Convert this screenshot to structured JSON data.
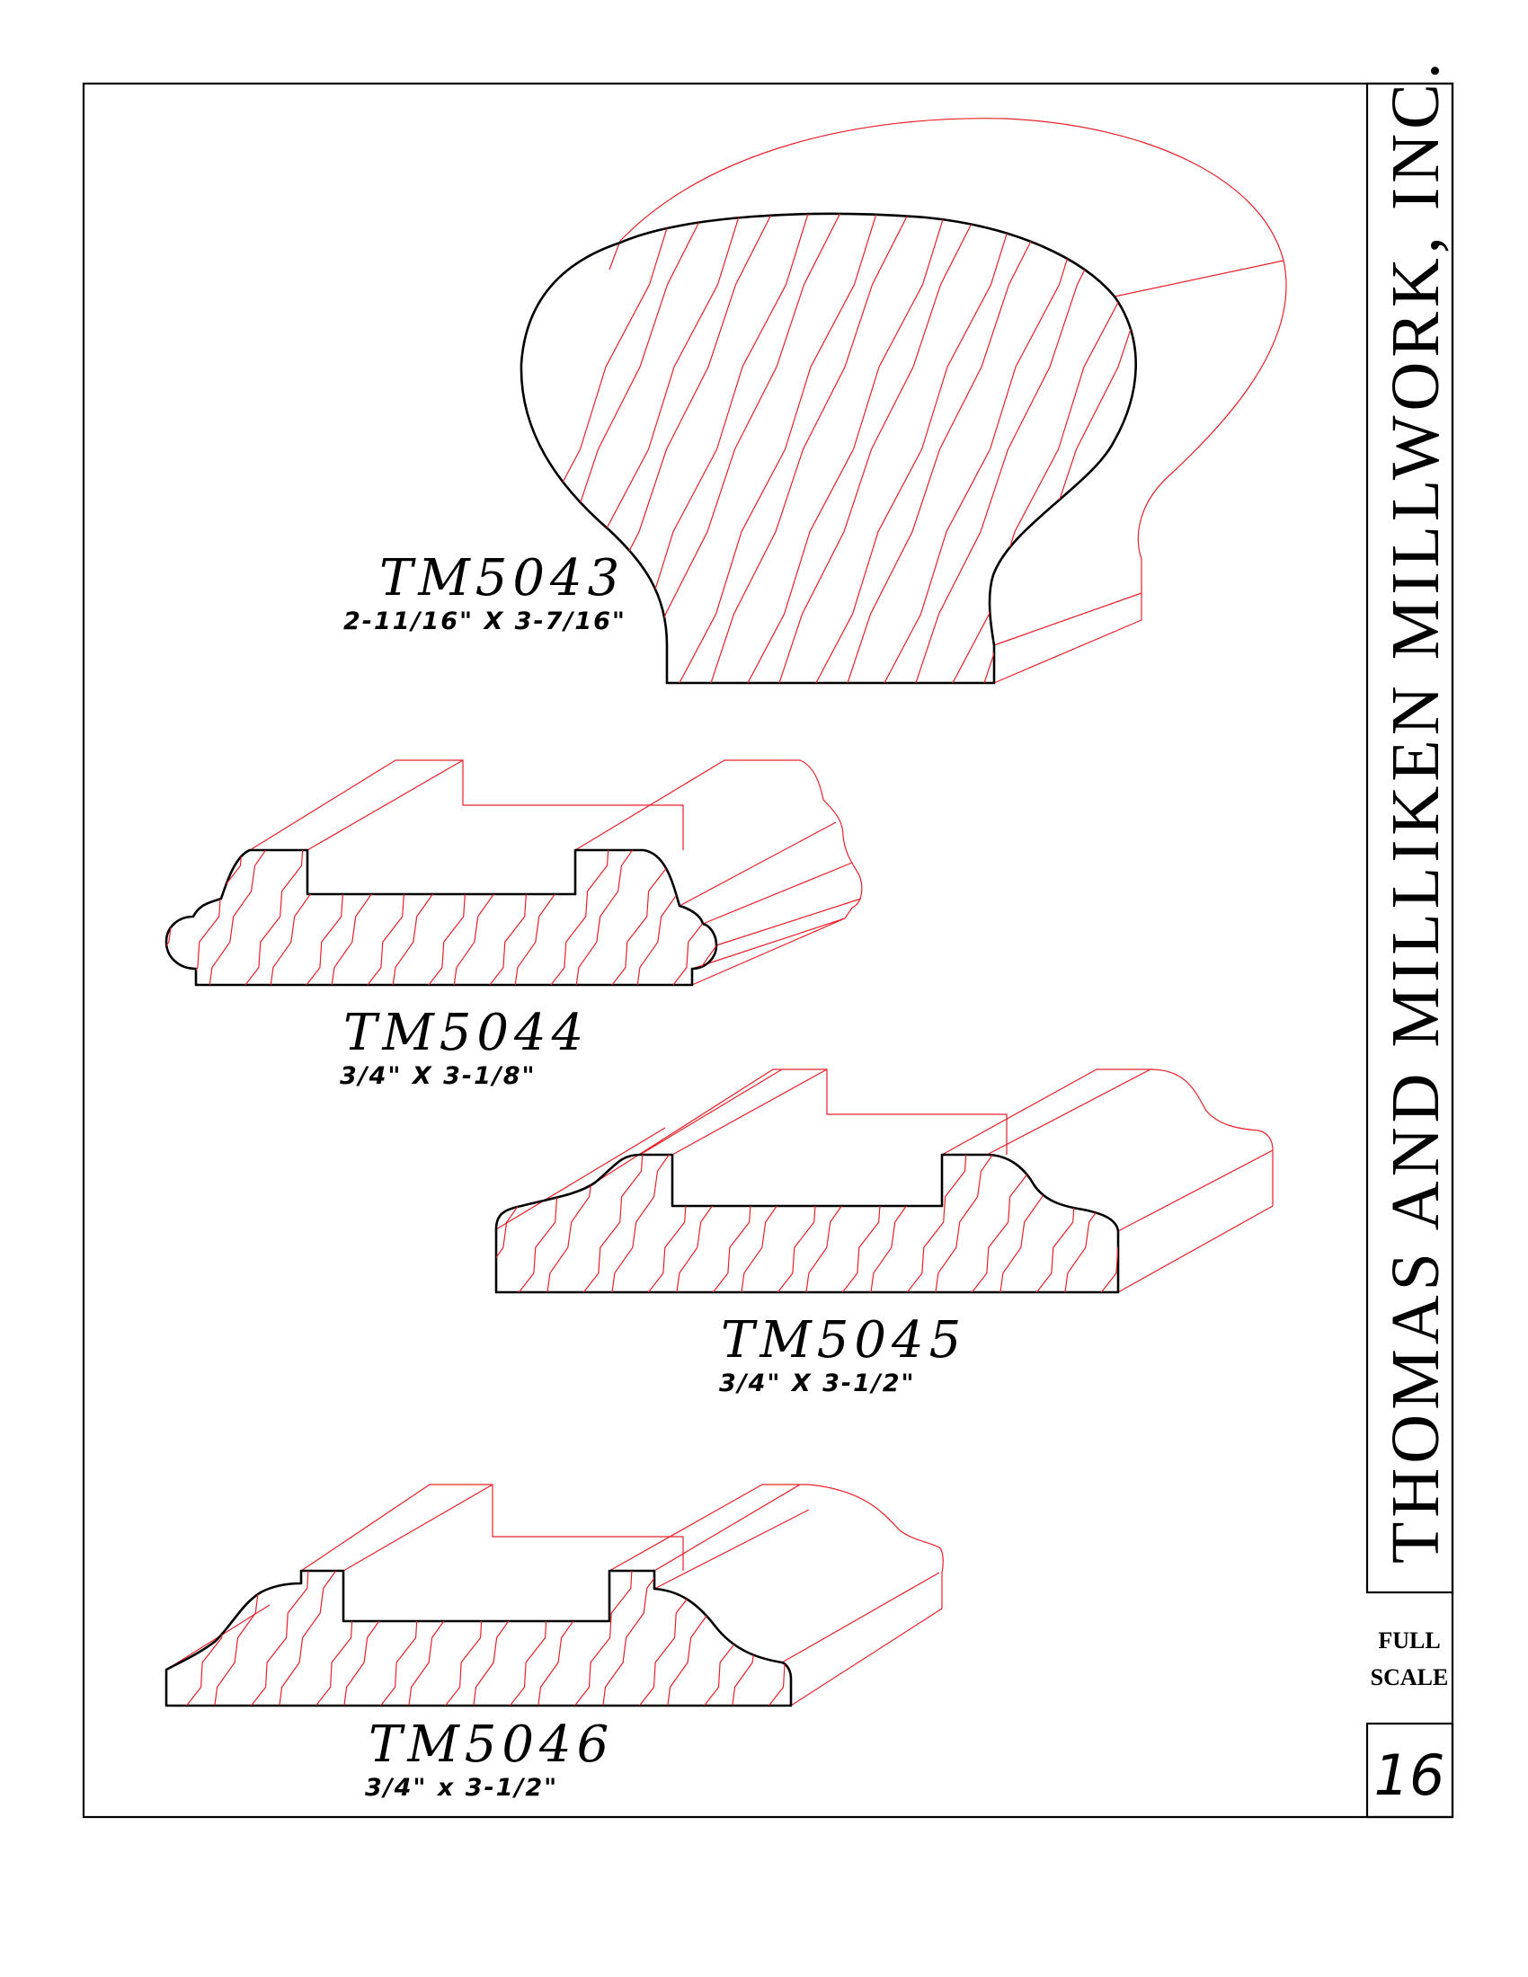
{
  "company": "THOMAS AND MILLIKEN MILLWORK, INC.",
  "scale_label_line1": "FULL",
  "scale_label_line2": "SCALE",
  "page_number": "16",
  "colors": {
    "outline": "#000000",
    "hatch": "#e8202a",
    "background": "#ffffff"
  },
  "profiles": [
    {
      "code": "TM5043",
      "size": "2-11/16\"  X  3-7/16\""
    },
    {
      "code": "TM5044",
      "size": "3/4\"  X  3-1/8\""
    },
    {
      "code": "TM5045",
      "size": "3/4\"  X  3-1/2\""
    },
    {
      "code": "TM5046",
      "size": "3/4\"  x  3-1/2\""
    }
  ]
}
